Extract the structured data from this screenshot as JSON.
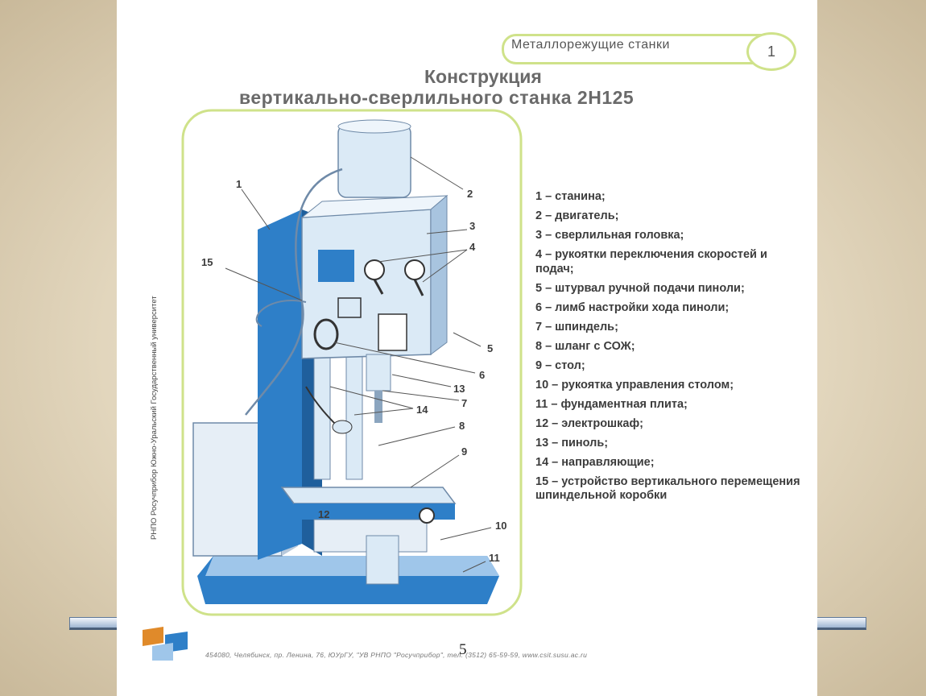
{
  "header": {
    "series_title": "Металлорежущие станки",
    "series_number": "1"
  },
  "title": {
    "line1": "Конструкция",
    "line2": "вертикально-сверлильного станка 2Н125"
  },
  "legend": [
    "1 – станина;",
    "2 – двигатель;",
    "3 – сверлильная головка;",
    "4 – рукоятки переключения скоростей и подач;",
    "5 – штурвал ручной подачи пиноли;",
    "6 – лимб настройки хода пиноли;",
    "7 – шпиндель;",
    "8 – шланг с СОЖ;",
    "9 – стол;",
    "10 – рукоятка управления столом;",
    "11 – фундаментная плита;",
    "12 – электрошкаф;",
    "13 – пиноль;",
    "14 – направляющие;",
    "15 – устройство вертикального перемещения шпиндельной коробки"
  ],
  "callouts": [
    "1",
    "2",
    "3",
    "4",
    "5",
    "6",
    "13",
    "7",
    "14",
    "8",
    "9",
    "12",
    "10",
    "11",
    "15"
  ],
  "side_text": "РНПО Росучприбор    Южно-Уральский Государственный университет",
  "footer": "454080, Челябинск, пр. Ленина, 76, ЮУрГУ, \"УВ РНПО \"Росучприбор\", тел. (3512) 65-59-59, www.csit.susu.ac.ru",
  "page_number": "5",
  "colors": {
    "machine_blue": "#2e7fc8",
    "machine_light": "#dbeaf6",
    "accent_green": "#cfe28a"
  }
}
